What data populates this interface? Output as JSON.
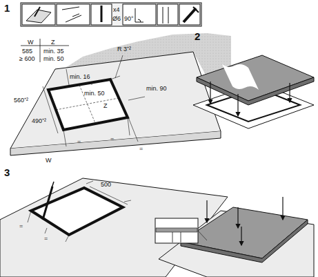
{
  "diagram": {
    "labels": [
      "1",
      "x4",
      "Ø6",
      "90°",
      "W",
      "Z",
      "585",
      "min. 35",
      "≥ 600",
      "min. 50",
      "min. 16",
      "R 3⁺²",
      "min. 90",
      "560⁺²",
      "min. 50",
      "Z",
      "490⁺²",
      "W",
      "=",
      "=",
      "=",
      "2",
      "3",
      "500",
      "=",
      "="
    ]
  }
}
